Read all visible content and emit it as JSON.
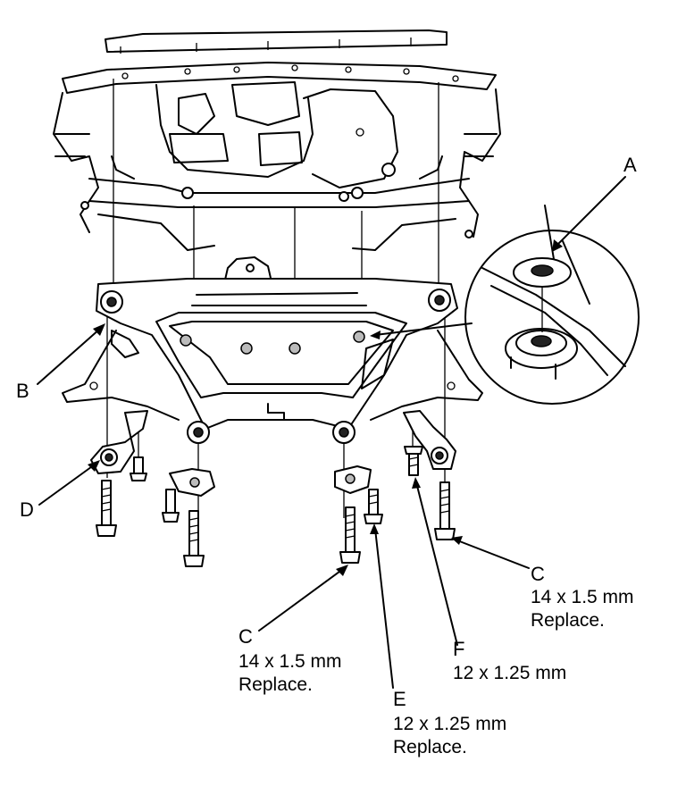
{
  "callouts": {
    "a": {
      "letter": "A"
    },
    "b": {
      "letter": "B"
    },
    "c_right": {
      "letter": "C",
      "line1": "14 x 1.5 mm",
      "line2": "Replace."
    },
    "c_left": {
      "letter": "C",
      "line1": "14 x 1.5 mm",
      "line2": "Replace."
    },
    "d": {
      "letter": "D"
    },
    "e": {
      "letter": "E",
      "line1": "12 x 1.25 mm",
      "line2": "Replace."
    },
    "f": {
      "letter": "F",
      "line1": "12 x 1.25 mm"
    }
  },
  "colors": {
    "ink": "#000000",
    "paper": "#ffffff"
  }
}
